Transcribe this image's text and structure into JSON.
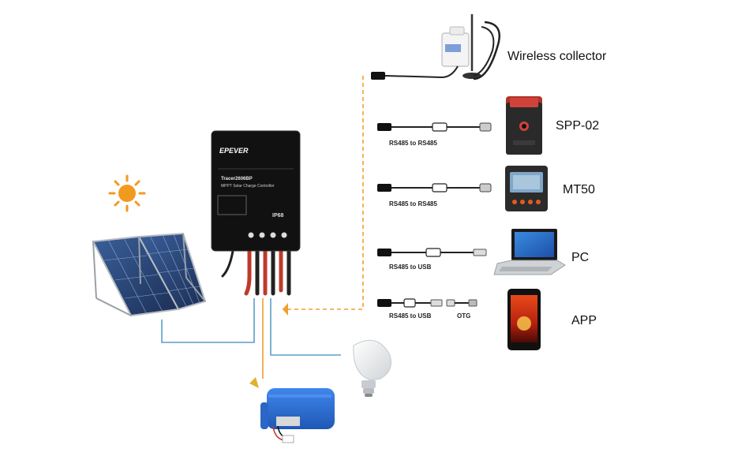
{
  "devices": {
    "wireless": "Wireless collector",
    "spp": "SPP-02",
    "mt50": "MT50",
    "pc": "PC",
    "app": "APP"
  },
  "cables": {
    "spp": "RS485 to RS485",
    "mt50": "RS485 to RS485",
    "pc": "RS485 to USB",
    "app": "RS485 to USB",
    "otg": "OTG"
  },
  "controller": {
    "brand": "EPEVER",
    "model": "Tracer2606BP",
    "subtitle": "MPPT Solar Charge Controller",
    "rating": "IP68"
  },
  "colors": {
    "rs485_link": "#f0a030",
    "load_link": "#5aa0c8",
    "battery_link": "#f0a030",
    "controller_body": "#111111",
    "sun": "#f29a1f",
    "battery_body": "#2a6fd6"
  },
  "icons": [
    "sun-icon",
    "solar-panel-icon",
    "controller-icon",
    "battery-icon",
    "bulb-icon",
    "wireless-collector-icon",
    "spp-02-icon",
    "mt50-icon",
    "pc-icon",
    "phone-icon"
  ]
}
